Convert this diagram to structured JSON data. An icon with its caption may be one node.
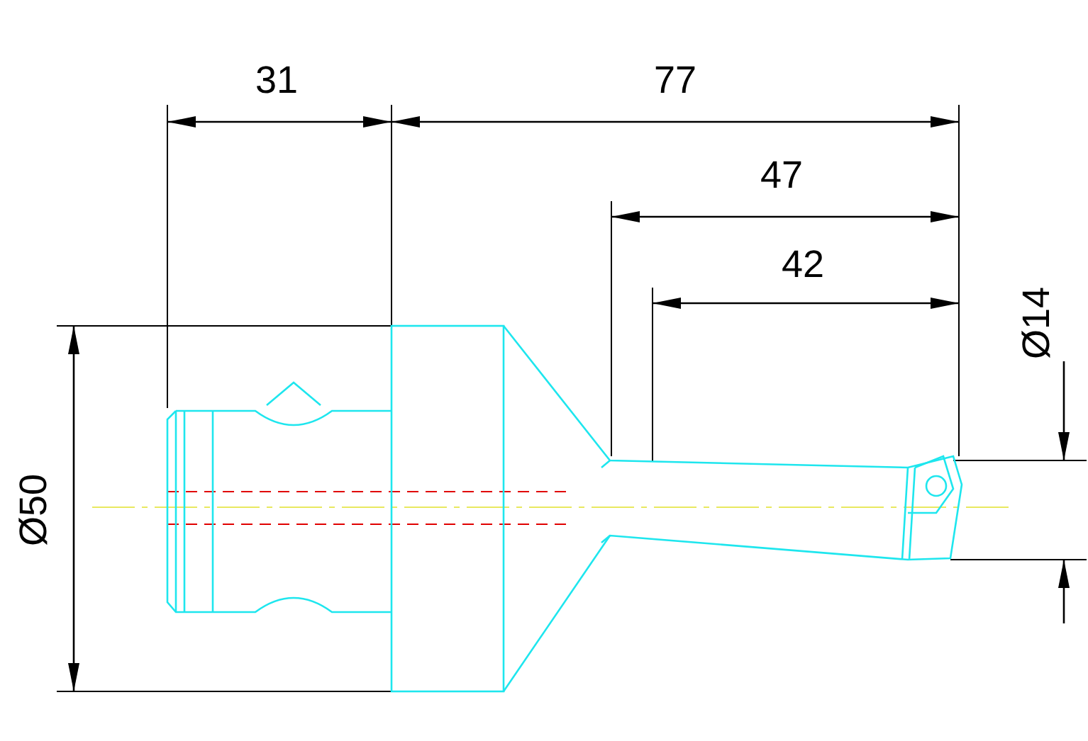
{
  "diagram": {
    "labels": [
      "31",
      "77",
      "47",
      "42",
      "Ø14",
      "Ø50"
    ]
  }
}
